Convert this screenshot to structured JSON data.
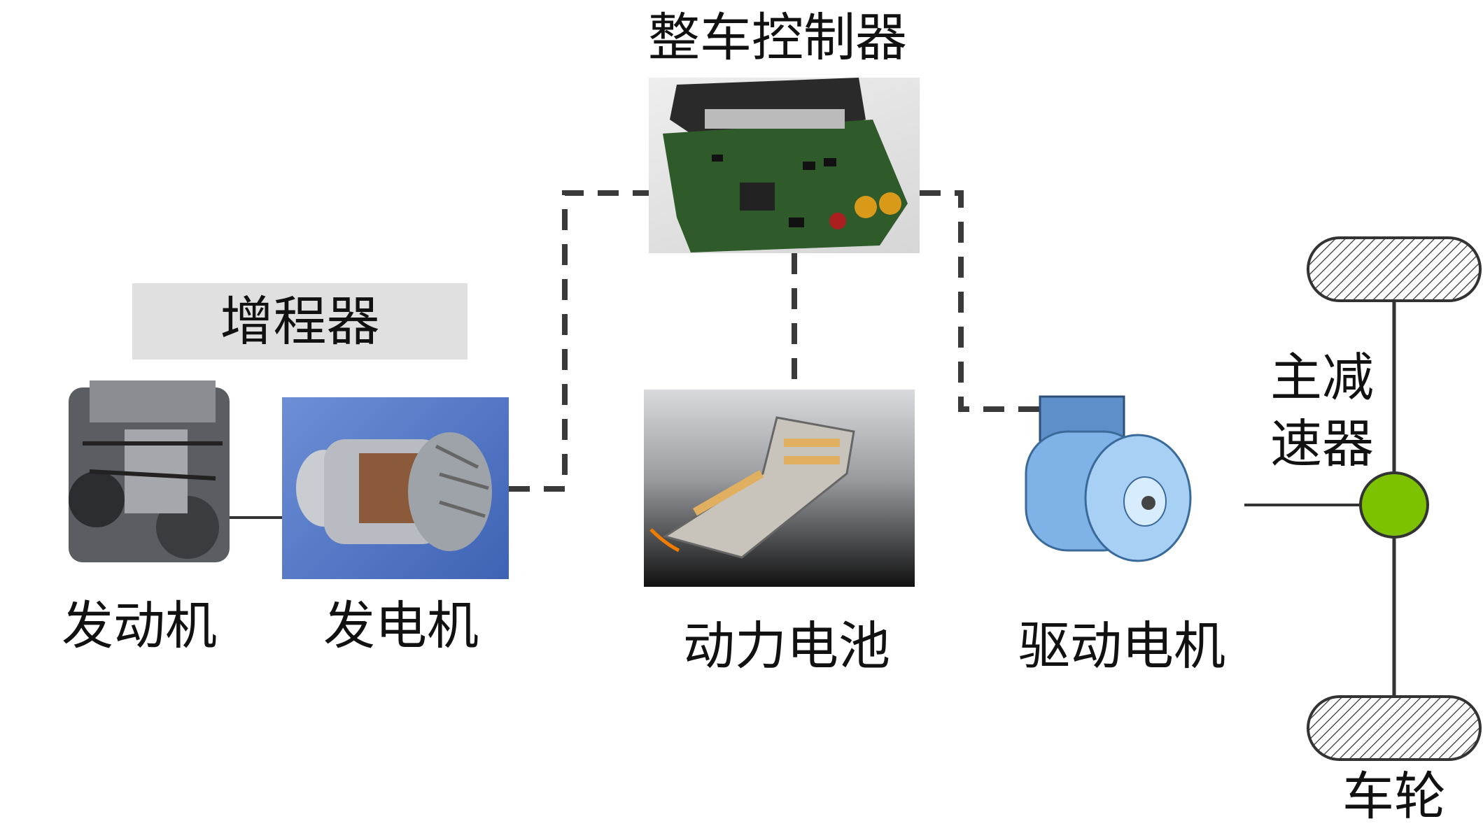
{
  "title": "整车控制器",
  "range_extender": {
    "label": "增程器",
    "engine_label": "发动机",
    "generator_label": "发电机"
  },
  "battery_label": "动力电池",
  "drive_motor_label": "驱动电机",
  "final_drive_label_line1": "主减",
  "final_drive_label_line2": "速器",
  "wheel_label": "车轮",
  "colors": {
    "final_drive": "#7dc200",
    "range_extender_box": "#e0e0e0",
    "dashed_line": "#3a3a3a",
    "generator_bg": "#4f74c2"
  }
}
